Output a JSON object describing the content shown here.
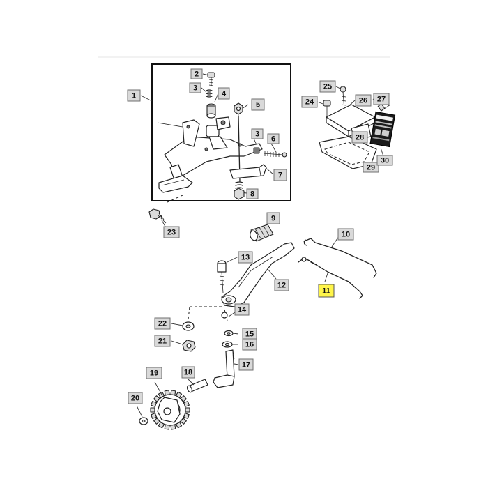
{
  "callouts": [
    {
      "id": "1",
      "label": "1"
    },
    {
      "id": "2",
      "label": "2"
    },
    {
      "id": "3a",
      "label": "3"
    },
    {
      "id": "4",
      "label": "4"
    },
    {
      "id": "5",
      "label": "5"
    },
    {
      "id": "3b",
      "label": "3"
    },
    {
      "id": "6",
      "label": "6"
    },
    {
      "id": "7",
      "label": "7"
    },
    {
      "id": "8",
      "label": "8"
    },
    {
      "id": "23",
      "label": "23"
    },
    {
      "id": "9",
      "label": "9"
    },
    {
      "id": "10",
      "label": "10"
    },
    {
      "id": "11",
      "label": "11",
      "highlight": true
    },
    {
      "id": "12",
      "label": "12"
    },
    {
      "id": "13",
      "label": "13"
    },
    {
      "id": "14",
      "label": "14"
    },
    {
      "id": "15",
      "label": "15"
    },
    {
      "id": "16",
      "label": "16"
    },
    {
      "id": "17",
      "label": "17"
    },
    {
      "id": "18",
      "label": "18"
    },
    {
      "id": "19",
      "label": "19"
    },
    {
      "id": "20",
      "label": "20"
    },
    {
      "id": "21",
      "label": "21"
    },
    {
      "id": "22",
      "label": "22"
    },
    {
      "id": "24",
      "label": "24"
    },
    {
      "id": "25",
      "label": "25"
    },
    {
      "id": "26",
      "label": "26"
    },
    {
      "id": "27",
      "label": "27"
    },
    {
      "id": "28",
      "label": "28"
    },
    {
      "id": "29",
      "label": "29"
    },
    {
      "id": "30",
      "label": "30"
    }
  ],
  "colors": {
    "highlight": "#fff54a",
    "callout_fill": "#d9d9d9",
    "line": "#222222"
  }
}
